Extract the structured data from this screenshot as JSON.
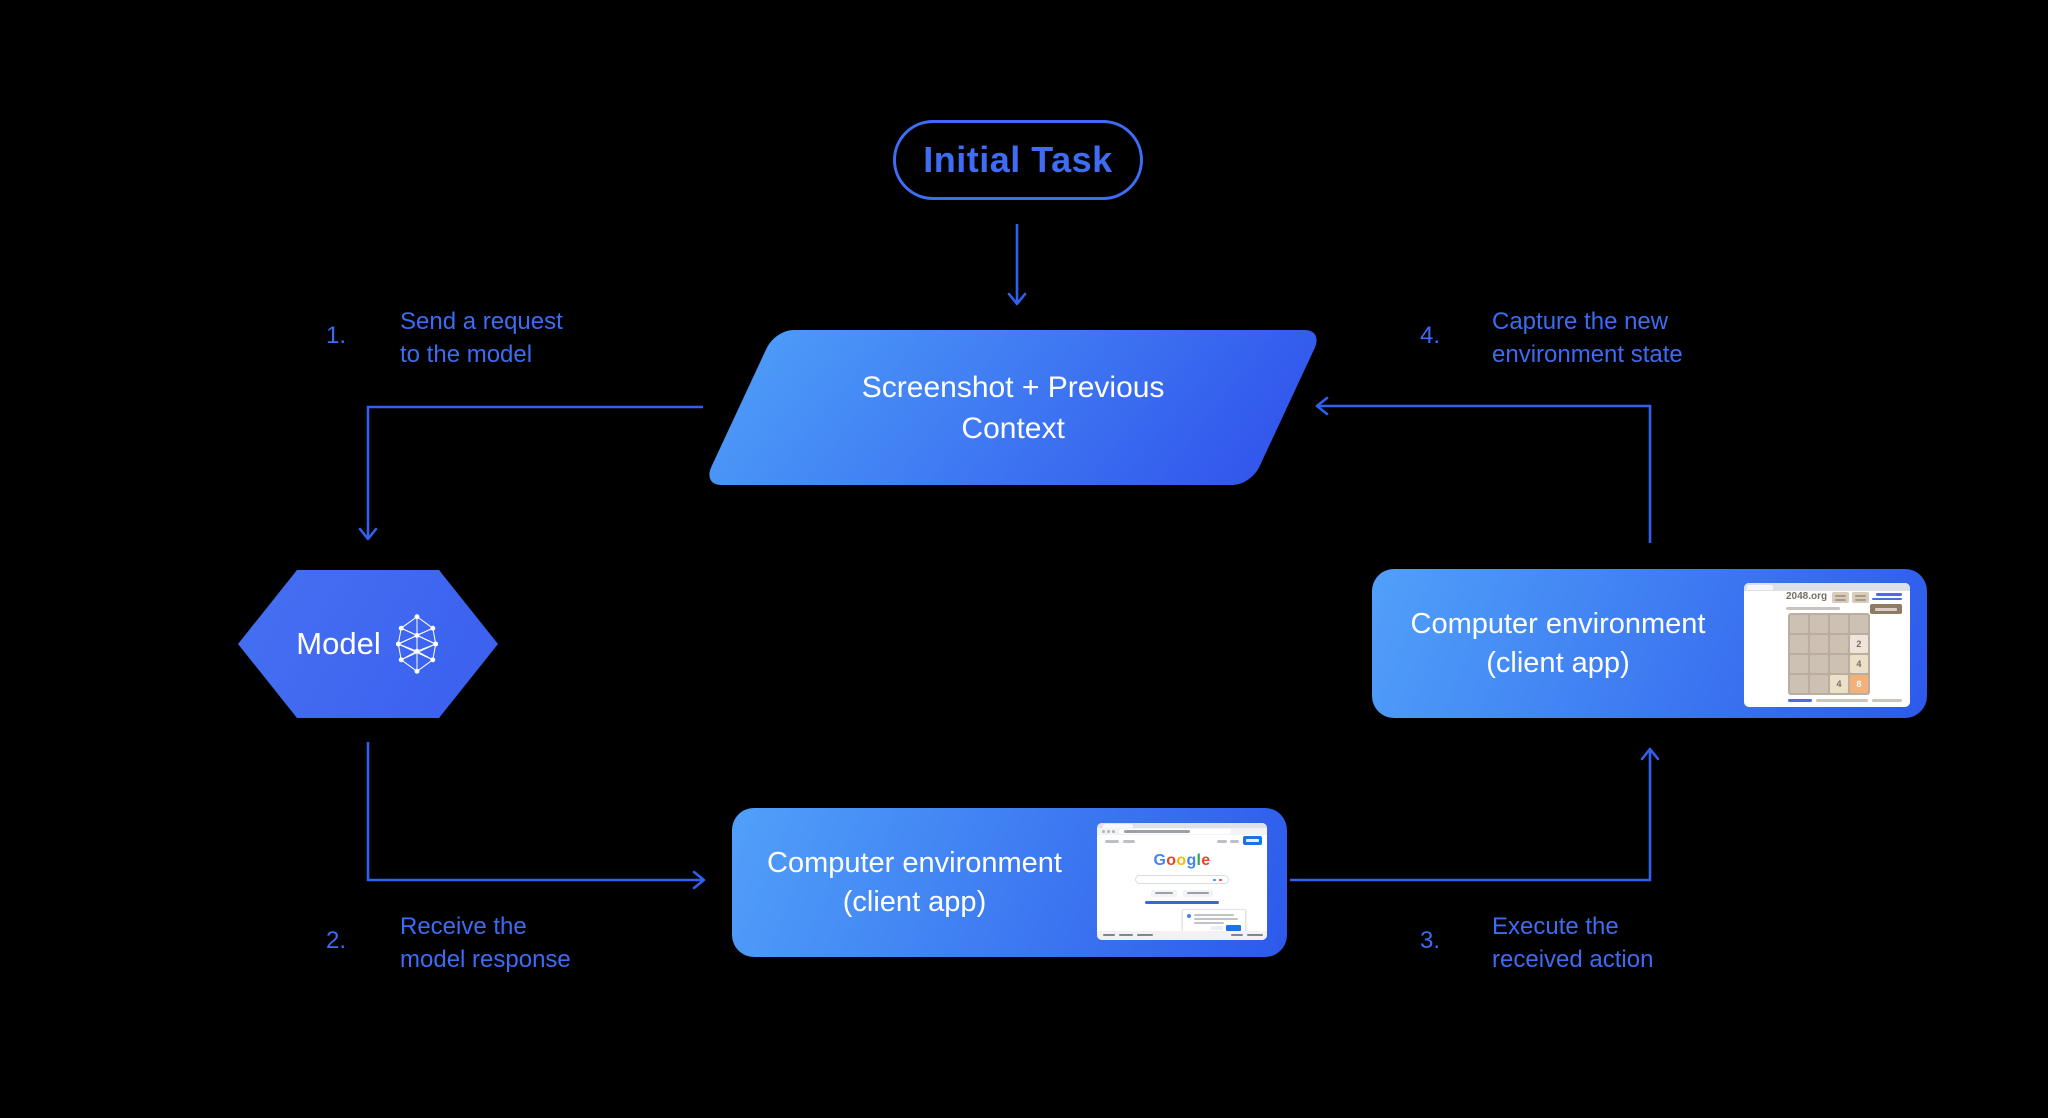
{
  "diagram": {
    "colors": {
      "background": "#000000",
      "line": "#3160EF",
      "label_text": "#3D6BF3",
      "pill": "#3E6CF5",
      "node_text": "#FFFFFF",
      "box_gradient": [
        "#50A0F9",
        "#2D59EB"
      ],
      "parallelogram_gradient": [
        "#4C9AF8",
        "#3156EC"
      ],
      "hexagon_gradient": [
        "#4571F2",
        "#3A5FEE"
      ]
    },
    "initial_task": {
      "label": "Initial Task"
    },
    "screenshot_node": {
      "line1": "Screenshot + Previous",
      "line2": "Context"
    },
    "model_node": {
      "label": "Model",
      "icon": "neural-network-icon"
    },
    "env_bottom": {
      "line1": "Computer environment",
      "line2": "(client app)"
    },
    "env_right": {
      "line1": "Computer environment",
      "line2": "(client app)"
    },
    "steps": [
      {
        "num": "1.",
        "line1": "Send a request",
        "line2": "to the model"
      },
      {
        "num": "2.",
        "line1": "Receive the",
        "line2": "model response"
      },
      {
        "num": "3.",
        "line1": "Execute the",
        "line2": "received action"
      },
      {
        "num": "4.",
        "line1": "Capture the new",
        "line2": "environment state"
      }
    ],
    "thumb_2048": {
      "title": "2048.org",
      "board": {
        "rows": 4,
        "cols": 4,
        "board_bg": "#bbada0",
        "cell_bg": "#cdc1b4"
      },
      "tiles": [
        {
          "row": 2,
          "col": 4,
          "value": "2",
          "bg": "#eee4da",
          "fg": "#776e65"
        },
        {
          "row": 3,
          "col": 4,
          "value": "4",
          "bg": "#ede0c8",
          "fg": "#776e65"
        },
        {
          "row": 4,
          "col": 3,
          "value": "4",
          "bg": "#ede0c8",
          "fg": "#776e65"
        },
        {
          "row": 4,
          "col": 4,
          "value": "8",
          "bg": "#f2b179",
          "fg": "#f9f6f2"
        }
      ]
    },
    "thumb_google": {
      "logo": [
        {
          "ch": "G",
          "color": "#4285F4"
        },
        {
          "ch": "o",
          "color": "#EA4335"
        },
        {
          "ch": "o",
          "color": "#FBBC05"
        },
        {
          "ch": "g",
          "color": "#4285F4"
        },
        {
          "ch": "l",
          "color": "#34A853"
        },
        {
          "ch": "e",
          "color": "#EA4335"
        }
      ],
      "signin_color": "#1a73e8"
    }
  }
}
